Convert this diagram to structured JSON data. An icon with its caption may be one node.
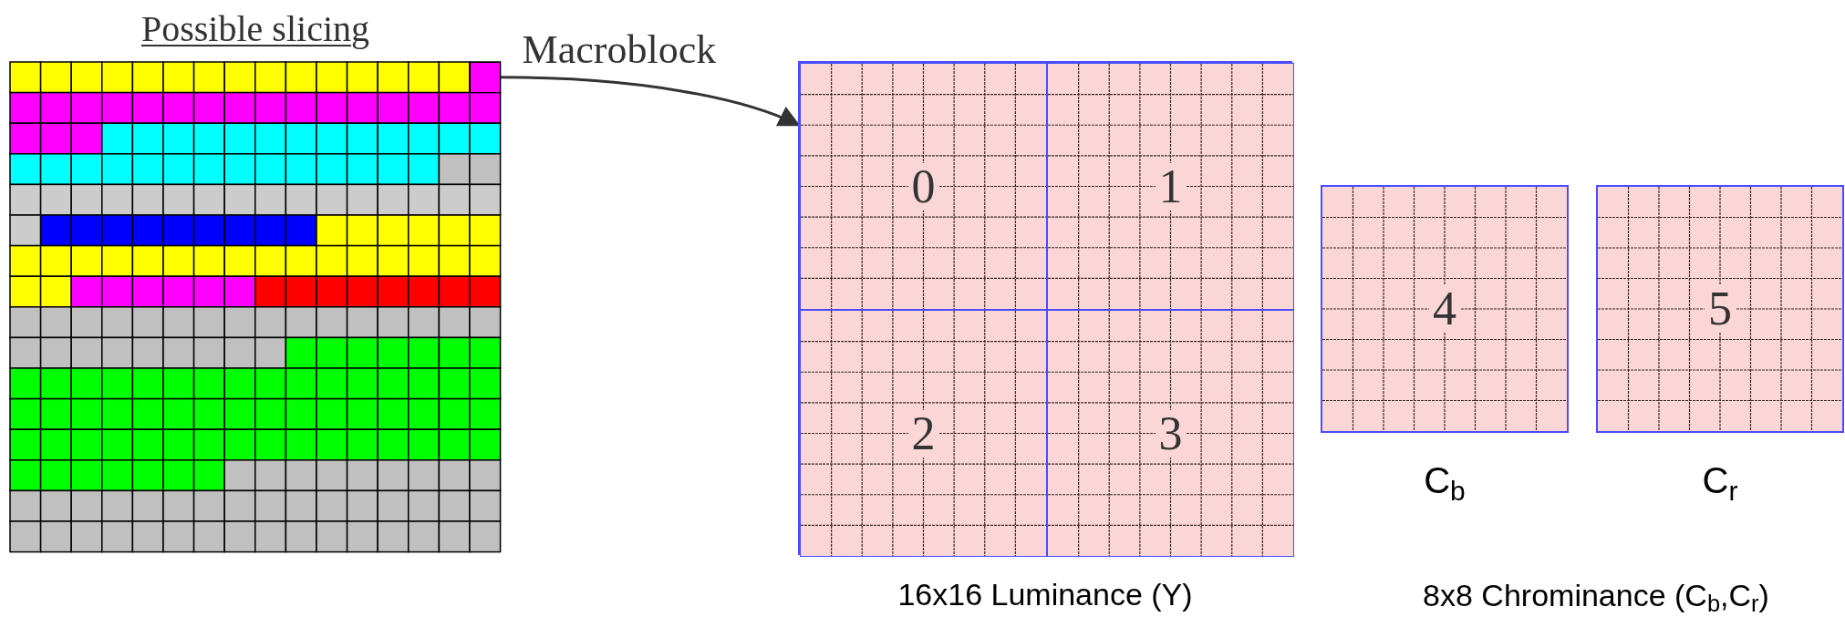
{
  "diagram": {
    "nodes": [
      {
        "text": [
          "Possible slicing"
        ]
      },
      {
        "text": [],
        "shape": "box",
        "in": 0
      },
      {
        "text": [],
        "shape": "box",
        "beside": [
          "16x16 Luminance (Y)"
        ]
      },
      {
        "text": [
          "0"
        ],
        "in": 2
      },
      {
        "text": [
          "1"
        ],
        "in": 2
      },
      {
        "text": [
          "2"
        ],
        "in": 2
      },
      {
        "text": [
          "3"
        ],
        "in": 2
      },
      {
        "text": [
          "4"
        ],
        "beside": [
          "C$_{b}$"
        ]
      },
      {
        "text": [
          "5"
        ],
        "beside": [
          "C$_{r}$"
        ]
      }
    ],
    "edges": [
      {
        "from": 1,
        "to": 2,
        "arrow": "to",
        "label": "Macroblock"
      }
    ],
    "labels": [
      "8x8 Chrominance (C$_{b}$,C$_{r}$)"
    ]
  }
}
